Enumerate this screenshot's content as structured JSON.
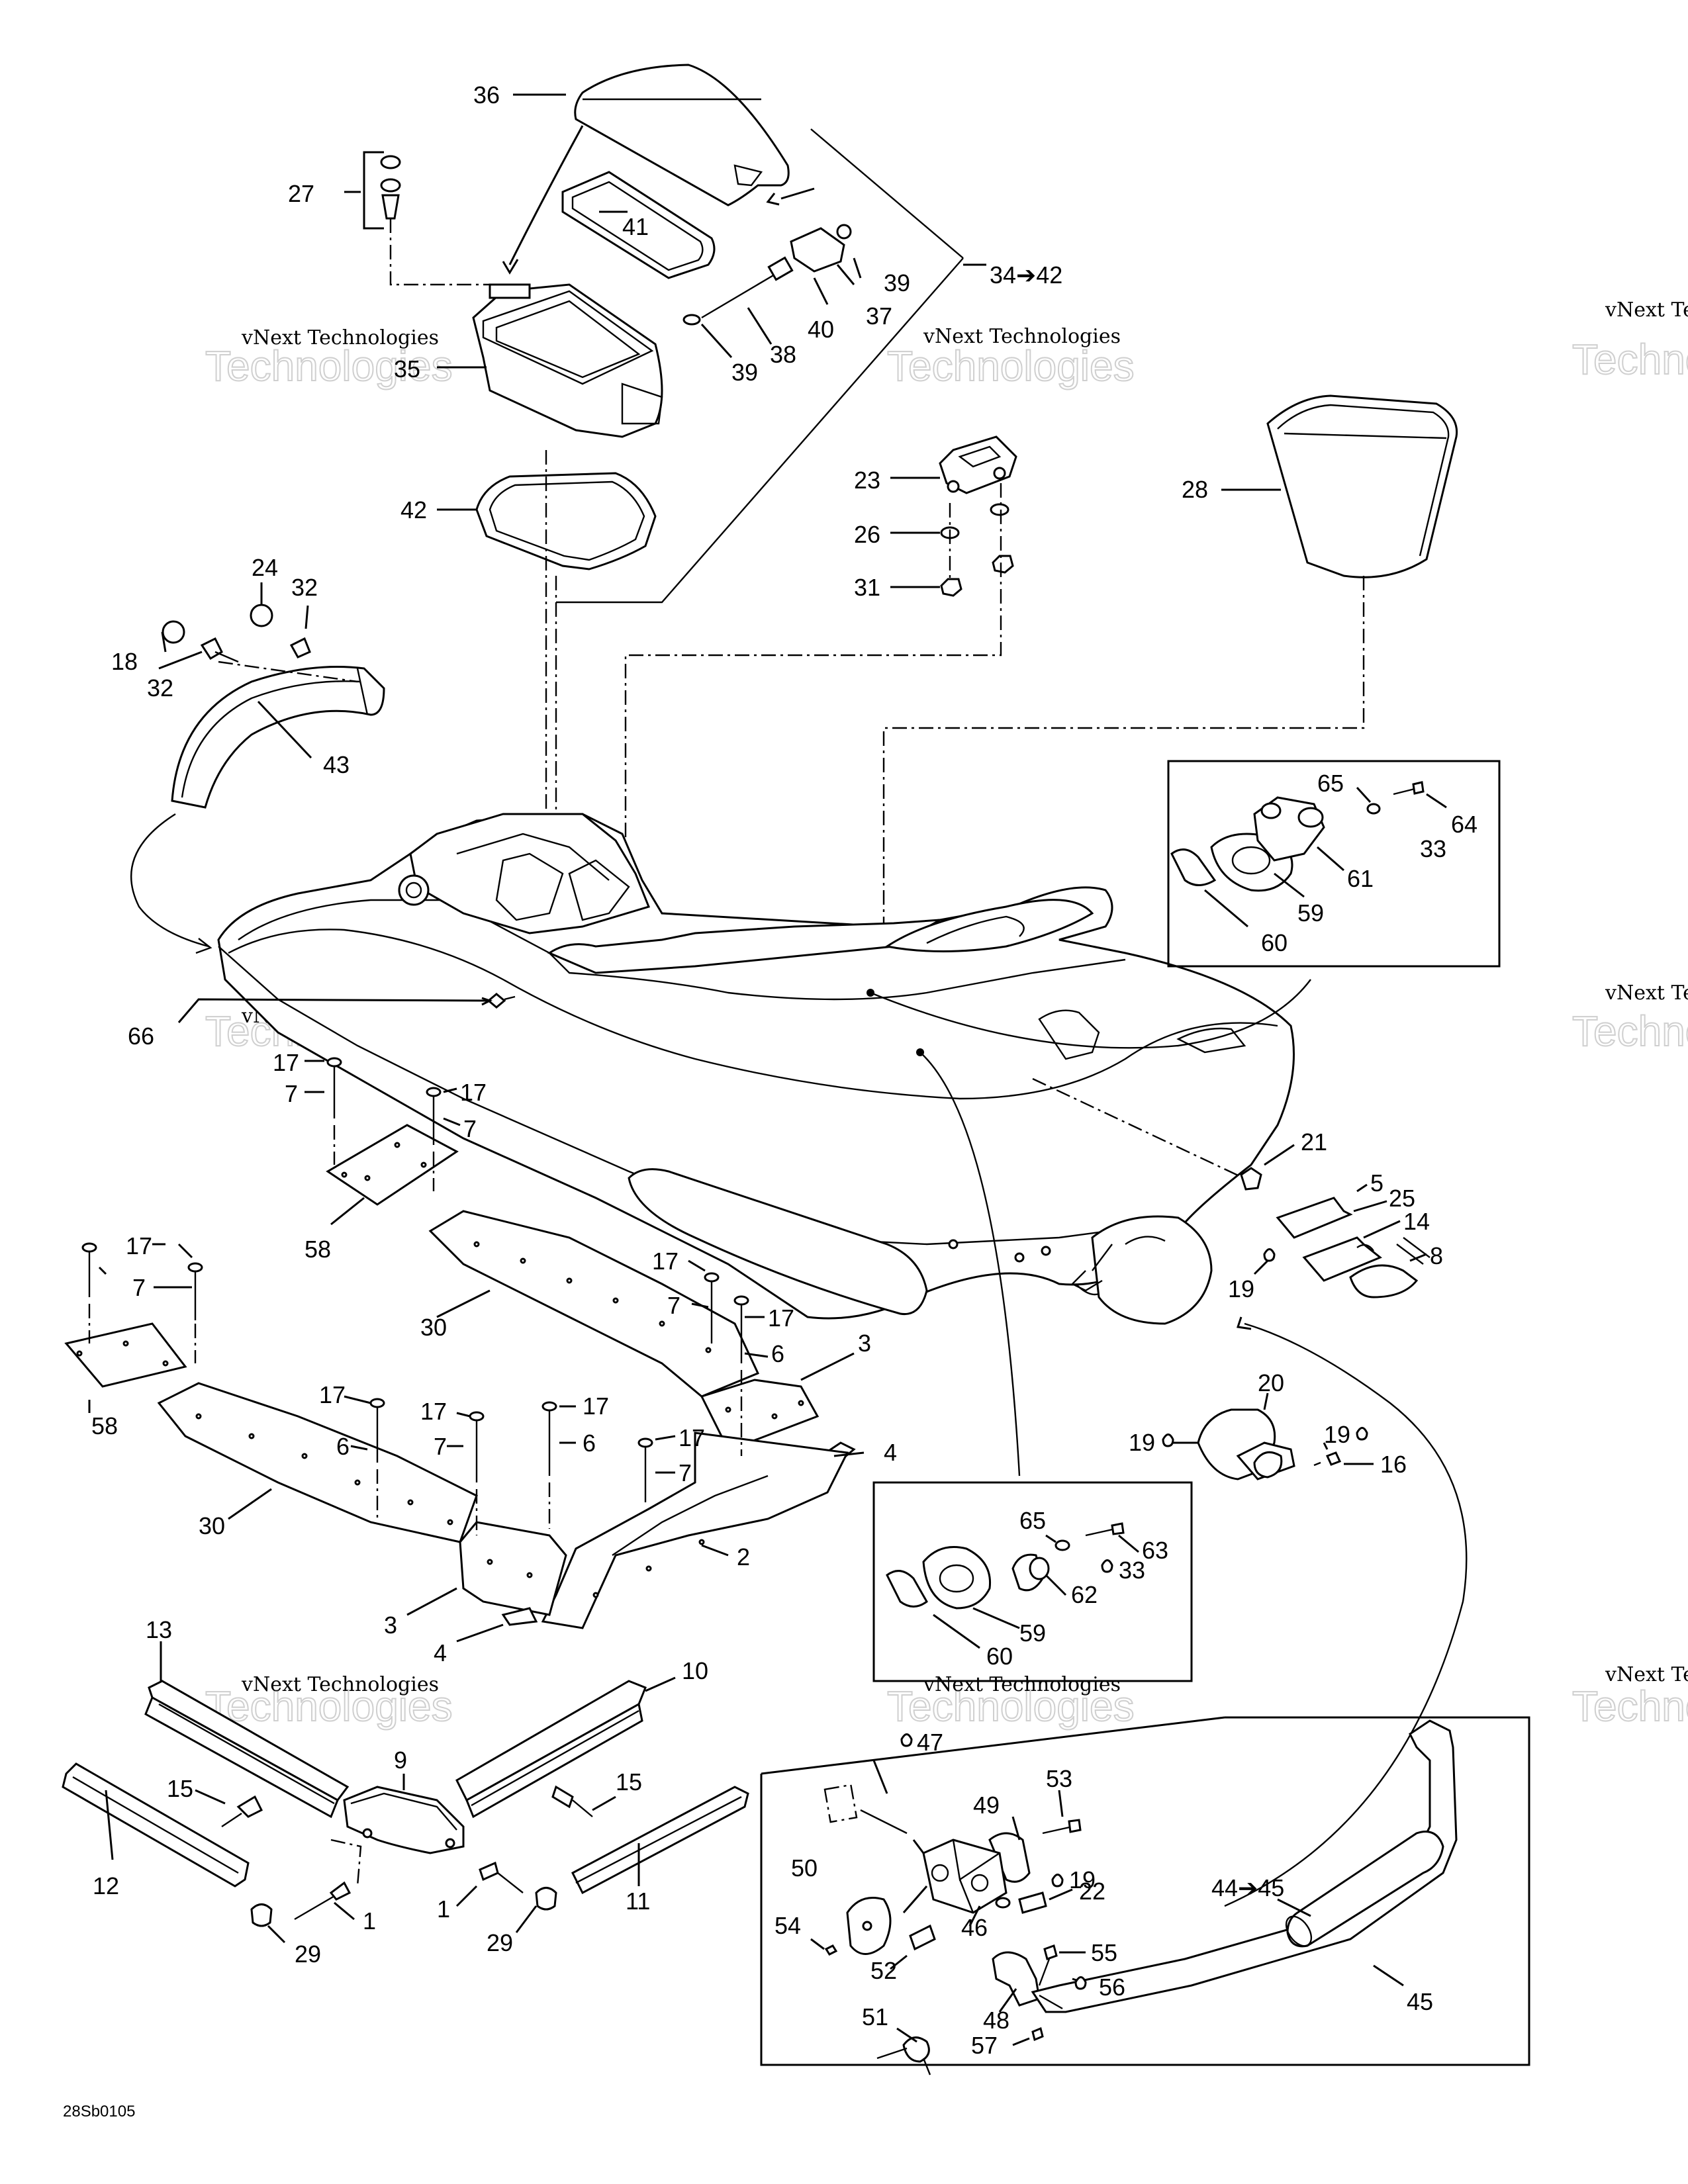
{
  "diagram_code": "28Sb0105",
  "watermark": {
    "line1": "vNext Technologies",
    "line2": "Technologies"
  },
  "labels": [
    {
      "id": "l36",
      "text": "36"
    },
    {
      "id": "l27",
      "text": "27"
    },
    {
      "id": "l41",
      "text": "41"
    },
    {
      "id": "l39a",
      "text": "39"
    },
    {
      "id": "l37",
      "text": "37"
    },
    {
      "id": "l40",
      "text": "40"
    },
    {
      "id": "l38",
      "text": "38"
    },
    {
      "id": "l39b",
      "text": "39"
    },
    {
      "id": "l34",
      "text": "34➔42"
    },
    {
      "id": "l35",
      "text": "35"
    },
    {
      "id": "l42",
      "text": "42"
    },
    {
      "id": "l23",
      "text": "23"
    },
    {
      "id": "l26",
      "text": "26"
    },
    {
      "id": "l31",
      "text": "31"
    },
    {
      "id": "l28",
      "text": "28"
    },
    {
      "id": "l24",
      "text": "24"
    },
    {
      "id": "l32a",
      "text": "32"
    },
    {
      "id": "l18",
      "text": "18"
    },
    {
      "id": "l32b",
      "text": "32"
    },
    {
      "id": "l43",
      "text": "43"
    },
    {
      "id": "l65a",
      "text": "65"
    },
    {
      "id": "l64",
      "text": "64"
    },
    {
      "id": "l33a",
      "text": "33"
    },
    {
      "id": "l61",
      "text": "61"
    },
    {
      "id": "l59a",
      "text": "59"
    },
    {
      "id": "l60a",
      "text": "60"
    },
    {
      "id": "l66",
      "text": "66"
    },
    {
      "id": "l17a",
      "text": "17"
    },
    {
      "id": "l7a",
      "text": "7"
    },
    {
      "id": "l17b",
      "text": "17"
    },
    {
      "id": "l7b",
      "text": "7"
    },
    {
      "id": "l58a",
      "text": "58"
    },
    {
      "id": "l21",
      "text": "21"
    },
    {
      "id": "l5",
      "text": "5"
    },
    {
      "id": "l25",
      "text": "25"
    },
    {
      "id": "l14",
      "text": "14"
    },
    {
      "id": "l8",
      "text": "8"
    },
    {
      "id": "l19a",
      "text": "19"
    },
    {
      "id": "l17c",
      "text": "17"
    },
    {
      "id": "l7c",
      "text": "7"
    },
    {
      "id": "l30a",
      "text": "30"
    },
    {
      "id": "l17d",
      "text": "17"
    },
    {
      "id": "l7d",
      "text": "7"
    },
    {
      "id": "l17e",
      "text": "17"
    },
    {
      "id": "l6a",
      "text": "6"
    },
    {
      "id": "l3a",
      "text": "3"
    },
    {
      "id": "l4a",
      "text": "4"
    },
    {
      "id": "l58b",
      "text": "58"
    },
    {
      "id": "l17f",
      "text": "17"
    },
    {
      "id": "l6b",
      "text": "6"
    },
    {
      "id": "l17g",
      "text": "17"
    },
    {
      "id": "l7e",
      "text": "7"
    },
    {
      "id": "l17h",
      "text": "17"
    },
    {
      "id": "l6c",
      "text": "6"
    },
    {
      "id": "l17i",
      "text": "17"
    },
    {
      "id": "l7f",
      "text": "7"
    },
    {
      "id": "l20",
      "text": "20"
    },
    {
      "id": "l19b",
      "text": "19"
    },
    {
      "id": "l19c",
      "text": "19"
    },
    {
      "id": "l16",
      "text": "16"
    },
    {
      "id": "l30b",
      "text": "30"
    },
    {
      "id": "l2",
      "text": "2"
    },
    {
      "id": "l65b",
      "text": "65"
    },
    {
      "id": "l63",
      "text": "63"
    },
    {
      "id": "l33b",
      "text": "33"
    },
    {
      "id": "l62",
      "text": "62"
    },
    {
      "id": "l59b",
      "text": "59"
    },
    {
      "id": "l60b",
      "text": "60"
    },
    {
      "id": "l3b",
      "text": "3"
    },
    {
      "id": "l4b",
      "text": "4"
    },
    {
      "id": "l13",
      "text": "13"
    },
    {
      "id": "l10",
      "text": "10"
    },
    {
      "id": "l9",
      "text": "9"
    },
    {
      "id": "l15a",
      "text": "15"
    },
    {
      "id": "l15b",
      "text": "15"
    },
    {
      "id": "l12",
      "text": "12"
    },
    {
      "id": "l1a",
      "text": "1"
    },
    {
      "id": "l1b",
      "text": "1"
    },
    {
      "id": "l29a",
      "text": "29"
    },
    {
      "id": "l29b",
      "text": "29"
    },
    {
      "id": "l11",
      "text": "11"
    },
    {
      "id": "l47",
      "text": "47"
    },
    {
      "id": "l53",
      "text": "53"
    },
    {
      "id": "l49",
      "text": "49"
    },
    {
      "id": "l19d",
      "text": "19"
    },
    {
      "id": "l22",
      "text": "22"
    },
    {
      "id": "l50",
      "text": "50"
    },
    {
      "id": "l46",
      "text": "46"
    },
    {
      "id": "l54",
      "text": "54"
    },
    {
      "id": "l52",
      "text": "52"
    },
    {
      "id": "l55",
      "text": "55"
    },
    {
      "id": "l56",
      "text": "56"
    },
    {
      "id": "l48",
      "text": "48"
    },
    {
      "id": "l44",
      "text": "44➔45"
    },
    {
      "id": "l45",
      "text": "45"
    },
    {
      "id": "l51",
      "text": "51"
    },
    {
      "id": "l57",
      "text": "57"
    }
  ]
}
